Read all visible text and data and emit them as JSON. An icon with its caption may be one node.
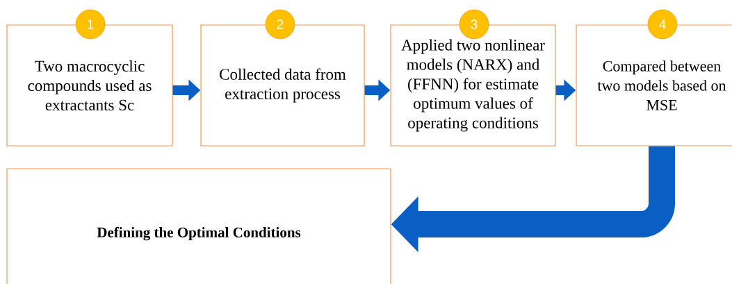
{
  "diagram": {
    "nodes": [
      {
        "text": [
          "Two macrocyclic compounds used as extractants Sc"
        ]
      },
      {
        "text": [
          "Collected data from extraction process"
        ]
      },
      {
        "text": [
          "Applied two nonlinear models (NARX) and (FFNN) for estimate optimum values of operating conditions"
        ]
      },
      {
        "text": [
          "Compared between two models based on MSE"
        ]
      },
      {
        "text": [
          "Defining the Optimal Conditions"
        ]
      },
      {
        "text": [
          "1"
        ]
      },
      {
        "text": [
          "2"
        ]
      },
      {
        "text": [
          "3"
        ]
      },
      {
        "text": [
          "4"
        ]
      }
    ],
    "edges": [
      {
        "from": 0,
        "to": 1,
        "arrow": "to"
      },
      {
        "from": 1,
        "to": 2,
        "arrow": "to"
      },
      {
        "from": 2,
        "to": 3,
        "arrow": "to"
      },
      {
        "from": 3,
        "to": 4,
        "arrow": "to",
        "style": "thick"
      }
    ]
  }
}
